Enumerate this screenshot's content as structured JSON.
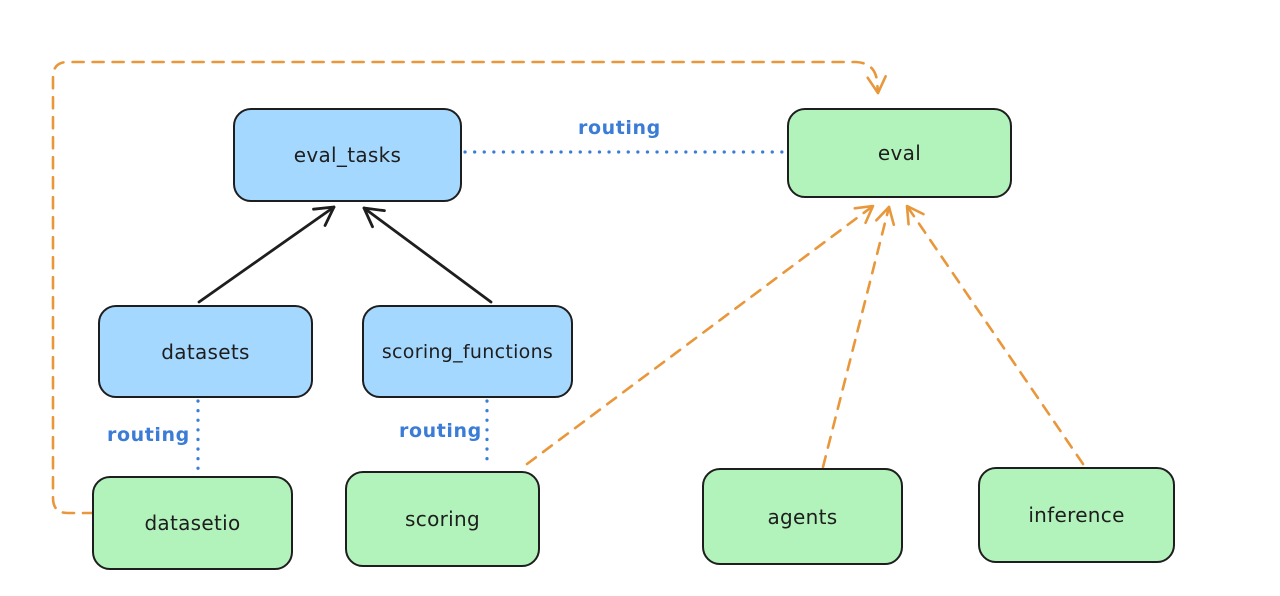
{
  "diagram": {
    "nodes": {
      "eval_tasks": {
        "label": "eval_tasks",
        "kind": "api"
      },
      "eval": {
        "label": "eval",
        "kind": "provider"
      },
      "datasets": {
        "label": "datasets",
        "kind": "api"
      },
      "scoring_functions": {
        "label": "scoring_functions",
        "kind": "api"
      },
      "datasetio": {
        "label": "datasetio",
        "kind": "provider"
      },
      "scoring": {
        "label": "scoring",
        "kind": "provider"
      },
      "agents": {
        "label": "agents",
        "kind": "provider"
      },
      "inference": {
        "label": "inference",
        "kind": "provider"
      }
    },
    "edge_labels": {
      "routing_top": "routing",
      "routing_datasetio": "routing",
      "routing_scoring": "routing"
    },
    "edges": [
      {
        "from": "datasets",
        "to": "eval_tasks",
        "style": "solid-arrow",
        "color": "#1e1e1e"
      },
      {
        "from": "scoring_functions",
        "to": "eval_tasks",
        "style": "solid-arrow",
        "color": "#1e1e1e"
      },
      {
        "from": "eval_tasks",
        "to": "eval",
        "style": "dotted",
        "color": "#3b7cd6",
        "label": "routing"
      },
      {
        "from": "datasets",
        "to": "datasetio",
        "style": "dotted",
        "color": "#3b7cd6",
        "label": "routing"
      },
      {
        "from": "scoring_functions",
        "to": "scoring",
        "style": "dotted",
        "color": "#3b7cd6",
        "label": "routing"
      },
      {
        "from": "datasetio",
        "to": "eval",
        "style": "dashed-arrow",
        "color": "#e8973a"
      },
      {
        "from": "scoring",
        "to": "eval",
        "style": "dashed-arrow",
        "color": "#e8973a"
      },
      {
        "from": "agents",
        "to": "eval",
        "style": "dashed-arrow",
        "color": "#e8973a"
      },
      {
        "from": "inference",
        "to": "eval",
        "style": "dashed-arrow",
        "color": "#e8973a"
      }
    ],
    "colors": {
      "api_fill": "#a5d8ff",
      "provider_fill": "#b2f2bb",
      "node_border": "#1e1e1e",
      "solid_arrow": "#1e1e1e",
      "routing_blue": "#3b7cd6",
      "dashed_orange": "#e8973a",
      "background": "#ffffff"
    }
  }
}
